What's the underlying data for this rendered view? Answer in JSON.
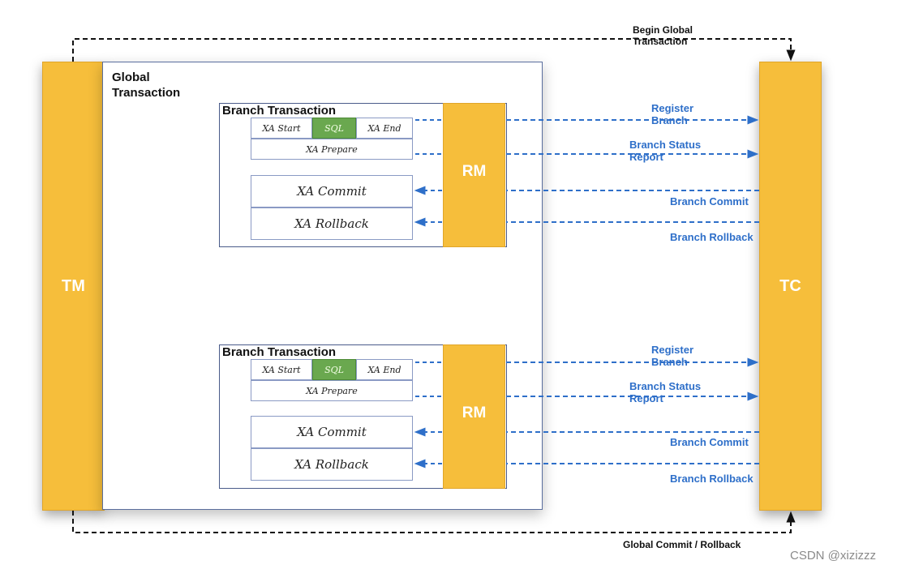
{
  "tm_label": "TM",
  "tc_label": "TC",
  "global_transaction": {
    "line1": "Global",
    "line2": "Transaction"
  },
  "begin_global": {
    "line1": "Begin Global",
    "line2": "Transaction"
  },
  "global_commit_rollback": "Global Commit / Rollback",
  "branches": [
    {
      "title": "Branch Transaction",
      "xa_start": "XA Start",
      "sql": "SQL",
      "xa_end": "XA End",
      "xa_prepare": "XA Prepare",
      "xa_commit": "XA Commit",
      "xa_rollback": "XA Rollback",
      "rm": "RM",
      "register": {
        "line1": "Register",
        "line2": "Branch"
      },
      "status_report": {
        "line1": "Branch Status",
        "line2": "Report"
      },
      "branch_commit": "Branch Commit",
      "branch_rollback": "Branch Rollback"
    },
    {
      "title": "Branch Transaction",
      "xa_start": "XA Start",
      "sql": "SQL",
      "xa_end": "XA End",
      "xa_prepare": "XA Prepare",
      "xa_commit": "XA Commit",
      "xa_rollback": "XA Rollback",
      "rm": "RM",
      "register": {
        "line1": "Register",
        "line2": "Branch"
      },
      "status_report": {
        "line1": "Branch Status",
        "line2": "Report"
      },
      "branch_commit": "Branch Commit",
      "branch_rollback": "Branch Rollback"
    }
  ],
  "watermark": "CSDN @xizizzz",
  "colors": {
    "bar": "#f6be3b",
    "sql": "#6aa84f",
    "arrow": "#2e6fc9",
    "frame": "#111111"
  }
}
